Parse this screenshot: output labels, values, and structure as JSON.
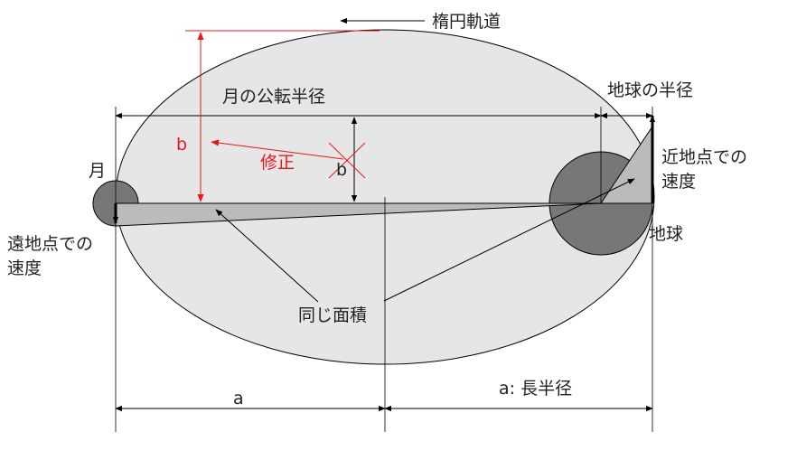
{
  "labels": {
    "ellipse_orbit": "楕円軌道",
    "moon_revolution_radius": "月の公転半径",
    "earth_radius": "地球の半径",
    "b_corrected": "b",
    "correction": "修正",
    "b_original": "b",
    "moon": "月",
    "perigee_speed_line1": "近地点での",
    "perigee_speed_line2": "速度",
    "apogee_speed_line1": "遠地点での",
    "apogee_speed_line2": "速度",
    "earth": "地球",
    "same_area": "同じ面積",
    "a_left": "a",
    "a_semi_major": "a: 長半径"
  },
  "colors": {
    "ellipse_fill": "#e6e6e6",
    "body_fill": "#777777",
    "area_fill": "#bbbbbb",
    "line": "#000000",
    "correction": "#e8161b",
    "text": "#222222"
  }
}
